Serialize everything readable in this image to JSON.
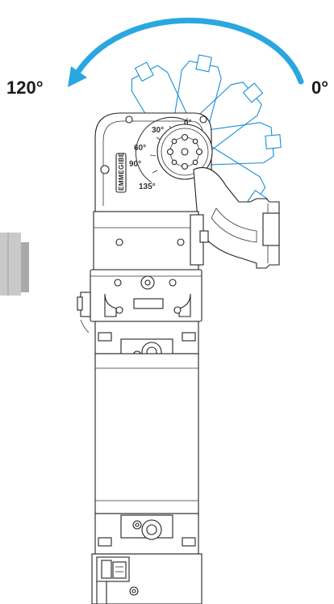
{
  "labels": {
    "start_angle": "0°",
    "end_angle": "120°"
  },
  "scale": {
    "marks": [
      "0°",
      "30°",
      "60°",
      "90°",
      "135°"
    ]
  },
  "brand": "EMMEGIBE",
  "colors": {
    "rotation_arrow": "#2aa7e0",
    "ghost_outline": "#1a8fd6",
    "line_art": "#222222",
    "side_block": "#c9c9c9"
  },
  "icons": [
    "rotation-arrow-icon"
  ]
}
